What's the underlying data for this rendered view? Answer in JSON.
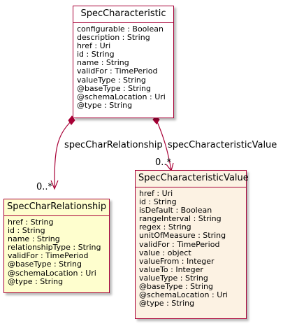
{
  "colors": {
    "border": "#a80036",
    "main_fill": "#ffffff",
    "relationship_fill": "#fefece",
    "value_fill": "#fcf2e3"
  },
  "classes": {
    "spec_characteristic": {
      "name": "SpecCharacteristic",
      "attributes": [
        "configurable : Boolean",
        "description : String",
        "href : Uri",
        "id : String",
        "name : String",
        "validFor : TimePeriod",
        "valueType : String",
        "@baseType : String",
        "@schemaLocation : Uri",
        "@type : String"
      ]
    },
    "spec_char_relationship": {
      "name": "SpecCharRelationship",
      "attributes": [
        "href : String",
        "id : String",
        "name : String",
        "relationshipType : String",
        "validFor : TimePeriod",
        "@baseType : String",
        "@schemaLocation : Uri",
        "@type : String"
      ]
    },
    "spec_characteristic_value": {
      "name": "SpecCharacteristicValue",
      "attributes": [
        "href : Uri",
        "id : String",
        "isDefault : Boolean",
        "rangeInterval : String",
        "regex : String",
        "unitOfMeasure : String",
        "validFor : TimePeriod",
        "value : object",
        "valueFrom : Integer",
        "valueTo : Integer",
        "valueType : String",
        "@baseType : String",
        "@schemaLocation : Uri",
        "@type : String"
      ]
    }
  },
  "relationships": {
    "to_relationship": {
      "role": "specCharRelationship",
      "multiplicity": "0..*"
    },
    "to_value": {
      "role": "specCharacteristicValue",
      "multiplicity": "0..*"
    }
  }
}
